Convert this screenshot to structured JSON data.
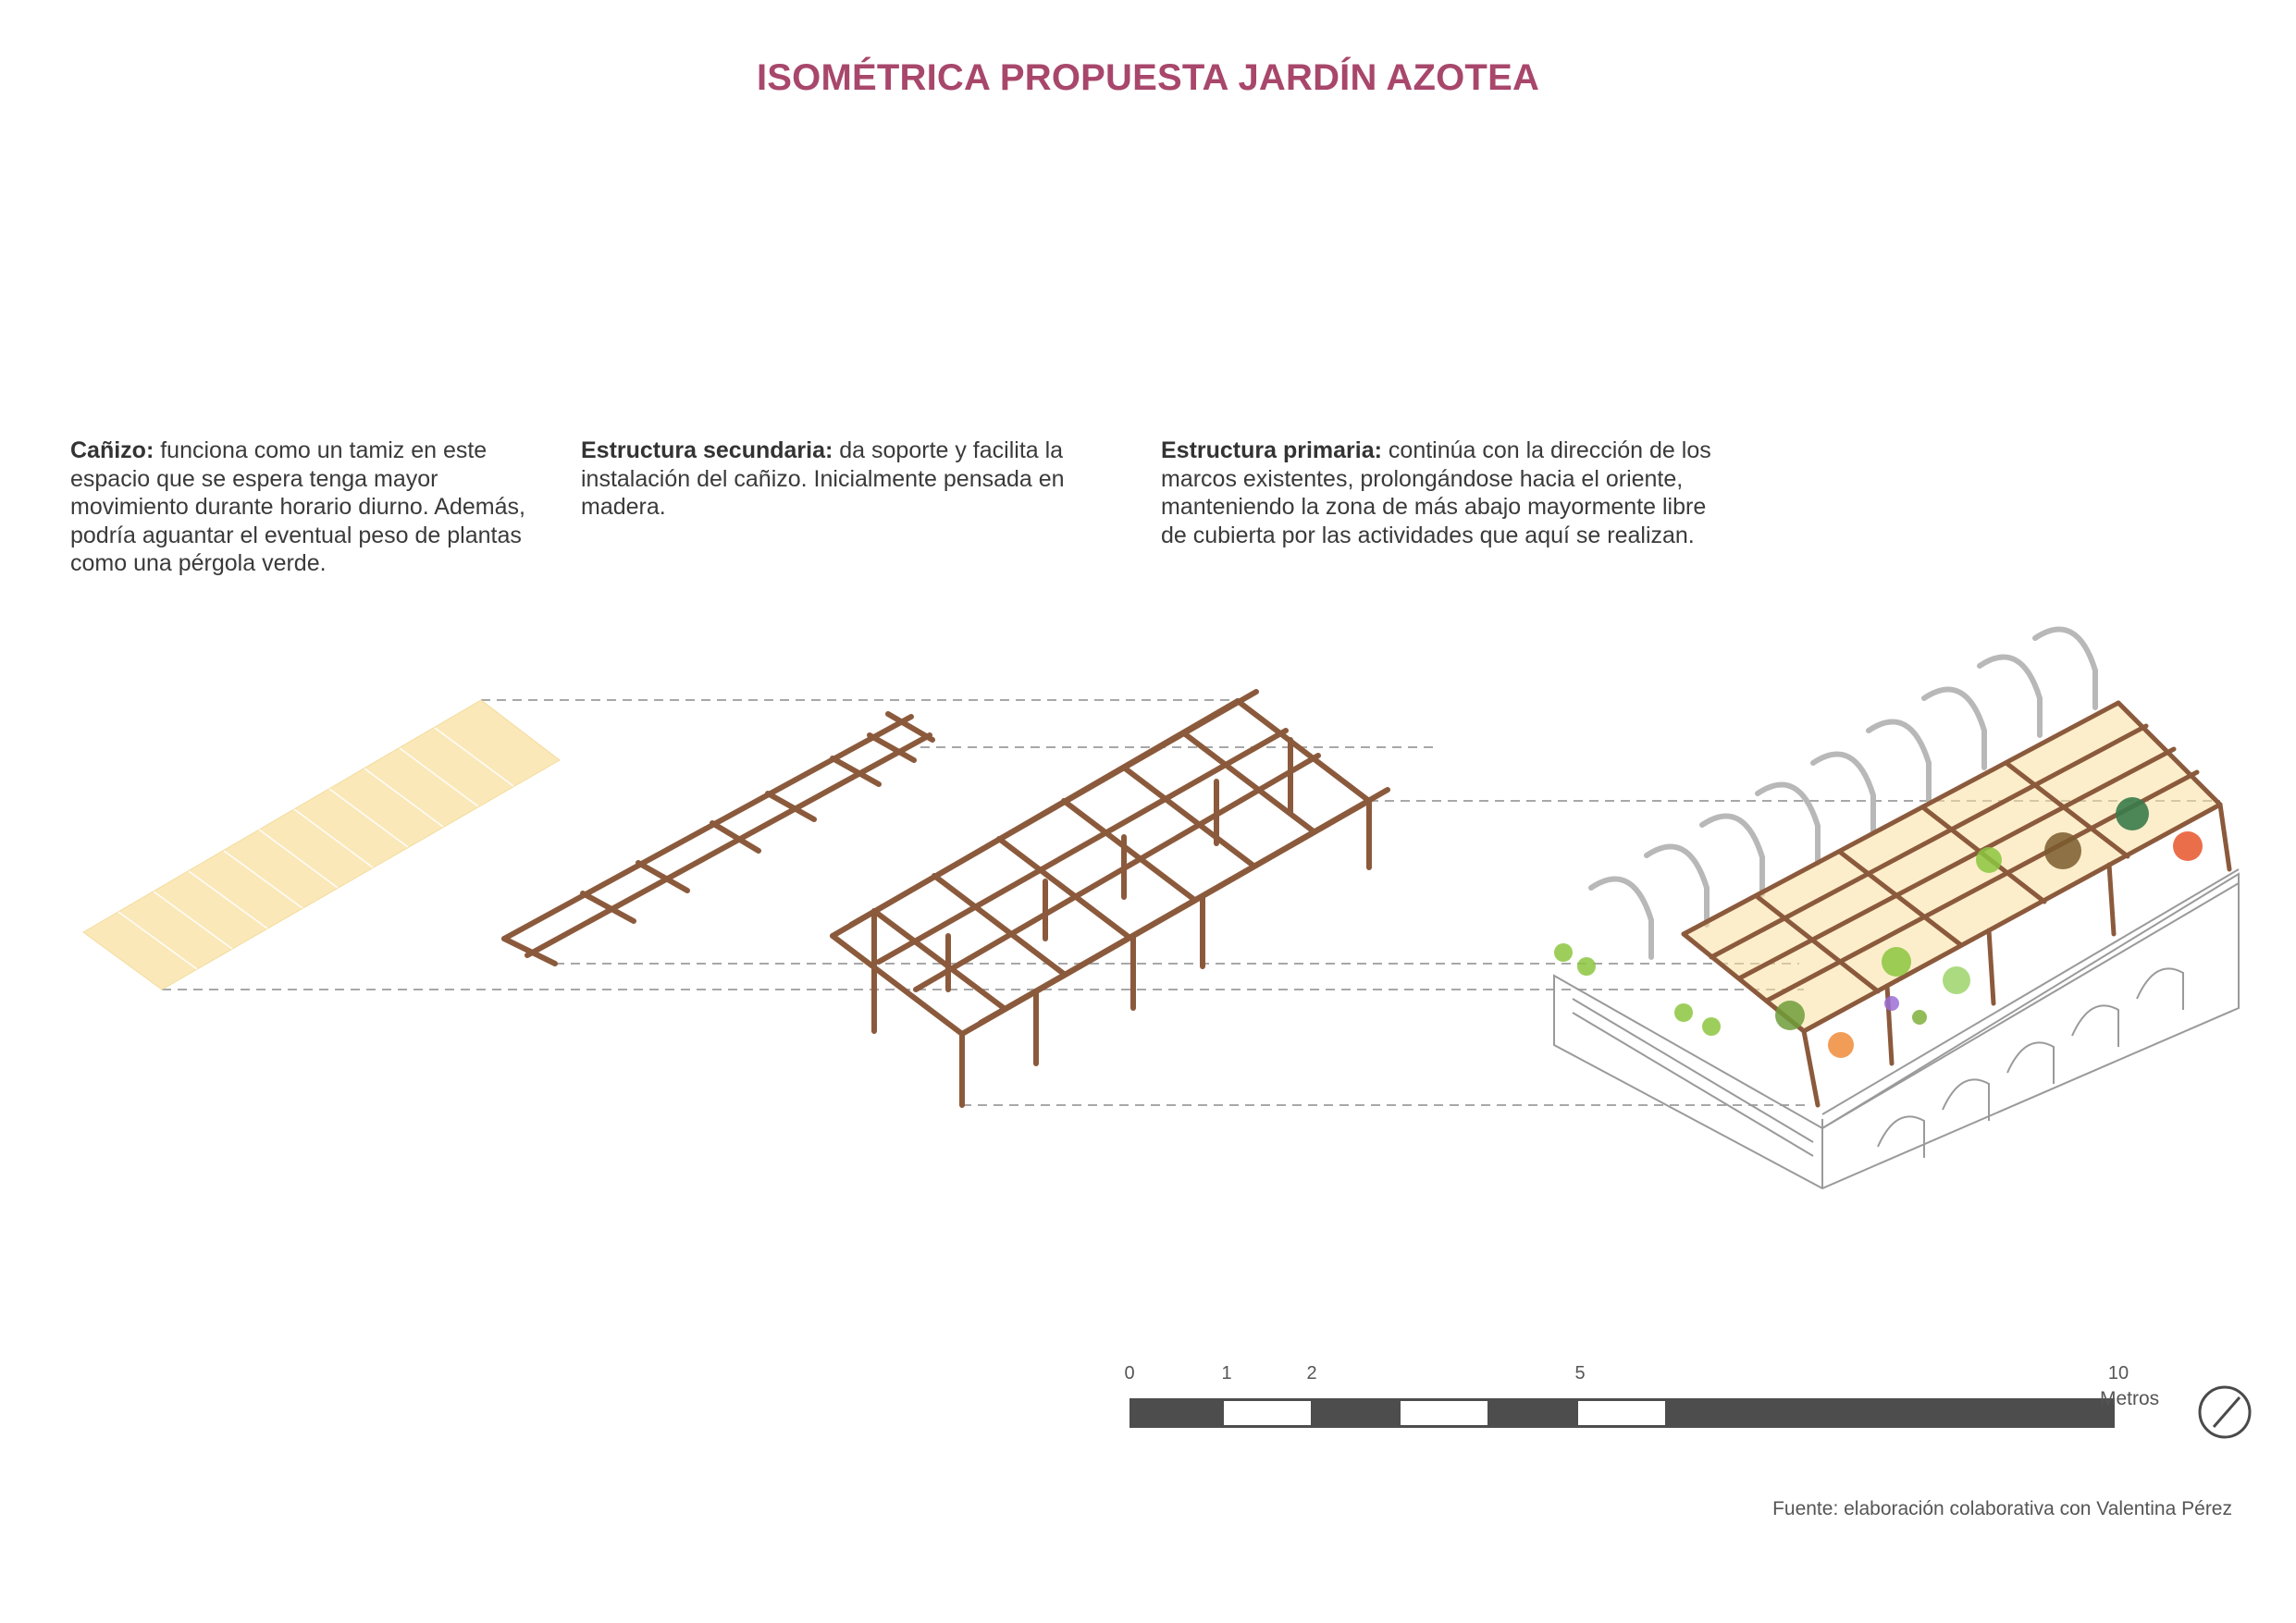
{
  "title": "ISOMÉTRICA PROPUESTA JARDÍN AZOTEA",
  "colors": {
    "title": "#a8476b",
    "canizo": "#fbe8b8",
    "wood": "#8b5a3c",
    "scale_dark": "#4d4d4d",
    "guide": "#a8a8a8",
    "plants": "#8cc63f"
  },
  "descriptions": [
    {
      "heading": "Cañizo:",
      "text": " funciona como un tamiz en este espacio que se espera tenga mayor movimiento durante horario diurno. Además, podría aguantar el eventual peso de plantas como una pérgola verde."
    },
    {
      "heading": "Estructura secundaria:",
      "text": " da soporte y facilita la instalación del cañizo. Inicialmente pensada en madera."
    },
    {
      "heading": "Estructura primaria:",
      "text": " continúa con la dirección de los marcos existentes, prolongándose hacia el oriente, manteniendo la zona de más abajo mayormente libre de cubierta por las actividades que aquí se realizan."
    }
  ],
  "scale": {
    "ticks": [
      "0",
      "1",
      "2",
      "5",
      "10"
    ],
    "unit": "Metros"
  },
  "icons": {
    "north": "north-arrow-icon"
  },
  "source": "Fuente: elaboración colaborativa con Valentina Pérez"
}
